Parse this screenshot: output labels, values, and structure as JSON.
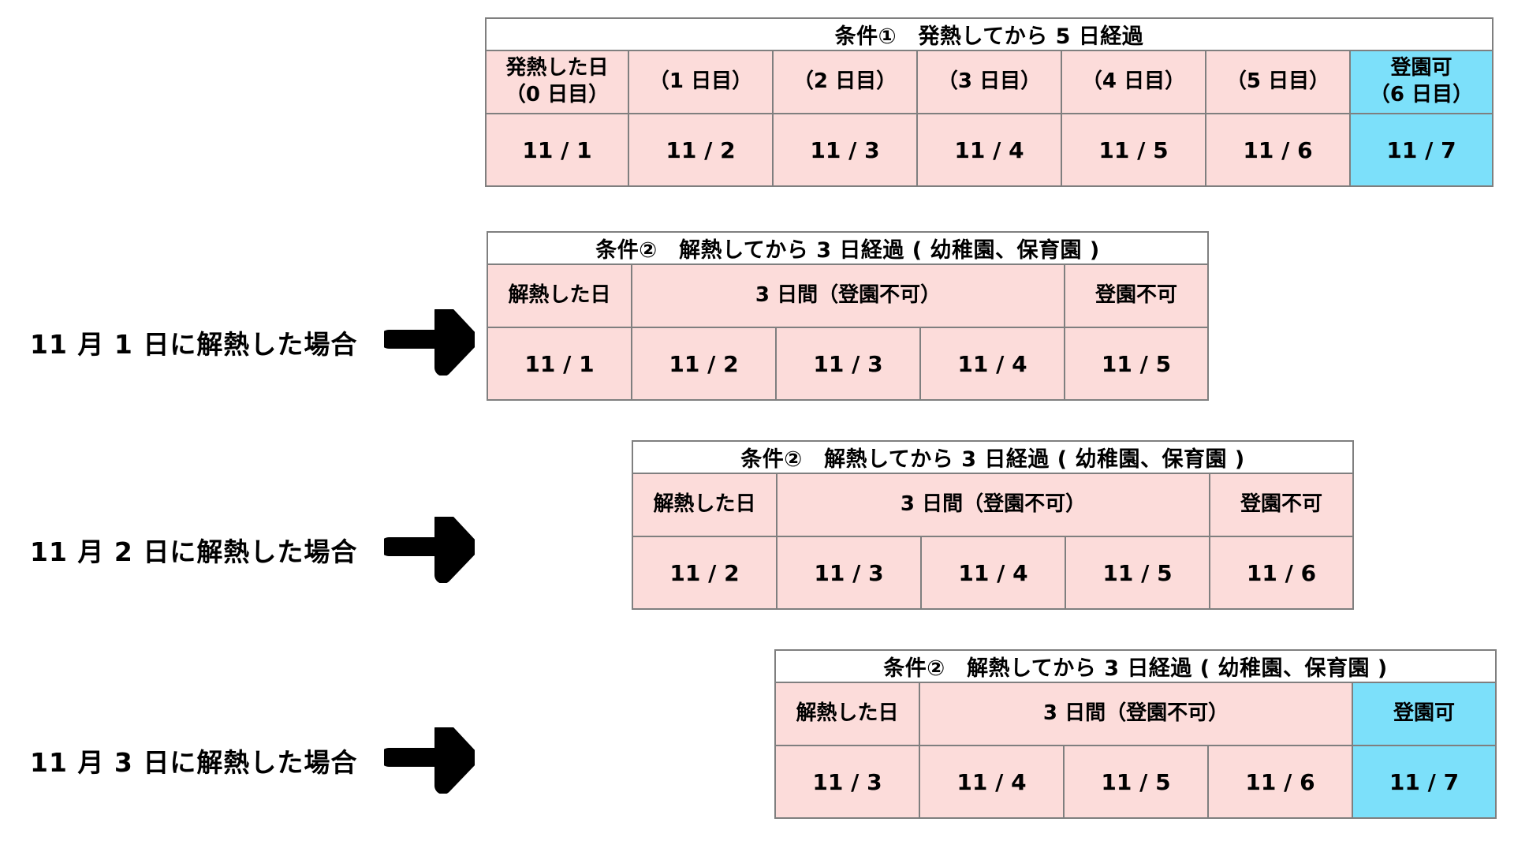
{
  "colors": {
    "pink": "#fcdcda",
    "blue": "#7ce0fa",
    "border": "#7f7f7f",
    "text": "#000000",
    "background": "#ffffff"
  },
  "tables": [
    {
      "id": "table-fever-5days",
      "title": "条件①　発熱してから 5 日経過",
      "headers": [
        {
          "line1": "発熱した日",
          "line2": "（0 日目）",
          "highlight": "pink"
        },
        {
          "line1": "",
          "line2": "（1 日目）",
          "highlight": "pink"
        },
        {
          "line1": "",
          "line2": "（2 日目）",
          "highlight": "pink"
        },
        {
          "line1": "",
          "line2": "（3 日目）",
          "highlight": "pink"
        },
        {
          "line1": "",
          "line2": "（4 日目）",
          "highlight": "pink"
        },
        {
          "line1": "",
          "line2": "（5 日目）",
          "highlight": "pink"
        },
        {
          "line1": "登園可",
          "line2": "（6 日目）",
          "highlight": "blue"
        }
      ],
      "dates": [
        {
          "value": "11 / 1",
          "highlight": "pink"
        },
        {
          "value": "11 / 2",
          "highlight": "pink"
        },
        {
          "value": "11 / 3",
          "highlight": "pink"
        },
        {
          "value": "11 / 4",
          "highlight": "pink"
        },
        {
          "value": "11 / 5",
          "highlight": "pink"
        },
        {
          "value": "11 / 6",
          "highlight": "pink"
        },
        {
          "value": "11 / 7",
          "highlight": "blue"
        }
      ]
    },
    {
      "id": "table-defervesce-case-nov1",
      "title": "条件②　解熱してから 3 日経過 ( 幼稚園、保育園 )",
      "headers": [
        {
          "line1": "解熱した日",
          "line2": "",
          "highlight": "pink",
          "colspan": 1
        },
        {
          "line1": "3 日間（登園不可）",
          "line2": "",
          "highlight": "pink",
          "colspan": 3
        },
        {
          "line1": "登園不可",
          "line2": "",
          "highlight": "pink",
          "colspan": 1
        }
      ],
      "dates": [
        {
          "value": "11 / 1",
          "highlight": "pink"
        },
        {
          "value": "11 / 2",
          "highlight": "pink"
        },
        {
          "value": "11 / 3",
          "highlight": "pink"
        },
        {
          "value": "11 / 4",
          "highlight": "pink"
        },
        {
          "value": "11 / 5",
          "highlight": "pink"
        }
      ]
    },
    {
      "id": "table-defervesce-case-nov2",
      "title": "条件②　解熱してから 3 日経過 ( 幼稚園、保育園 )",
      "headers": [
        {
          "line1": "解熱した日",
          "line2": "",
          "highlight": "pink",
          "colspan": 1
        },
        {
          "line1": "3 日間（登園不可）",
          "line2": "",
          "highlight": "pink",
          "colspan": 3
        },
        {
          "line1": "登園不可",
          "line2": "",
          "highlight": "pink",
          "colspan": 1
        }
      ],
      "dates": [
        {
          "value": "11 / 2",
          "highlight": "pink"
        },
        {
          "value": "11 / 3",
          "highlight": "pink"
        },
        {
          "value": "11 / 4",
          "highlight": "pink"
        },
        {
          "value": "11 / 5",
          "highlight": "pink"
        },
        {
          "value": "11 / 6",
          "highlight": "pink"
        }
      ]
    },
    {
      "id": "table-defervesce-case-nov3",
      "title": "条件②　解熱してから 3 日経過 ( 幼稚園、保育園 )",
      "headers": [
        {
          "line1": "解熱した日",
          "line2": "",
          "highlight": "pink",
          "colspan": 1
        },
        {
          "line1": "3 日間（登園不可）",
          "line2": "",
          "highlight": "pink",
          "colspan": 3
        },
        {
          "line1": "登園可",
          "line2": "",
          "highlight": "blue",
          "colspan": 1
        }
      ],
      "dates": [
        {
          "value": "11 / 3",
          "highlight": "pink"
        },
        {
          "value": "11 / 4",
          "highlight": "pink"
        },
        {
          "value": "11 / 5",
          "highlight": "pink"
        },
        {
          "value": "11 / 6",
          "highlight": "pink"
        },
        {
          "value": "11 / 7",
          "highlight": "blue"
        }
      ]
    }
  ],
  "captions": [
    {
      "id": "caption-nov1",
      "text": "11 月 1 日に解熱した場合"
    },
    {
      "id": "caption-nov2",
      "text": "11 月 2 日に解熱した場合"
    },
    {
      "id": "caption-nov3",
      "text": "11 月 3 日に解熱した場合"
    }
  ]
}
